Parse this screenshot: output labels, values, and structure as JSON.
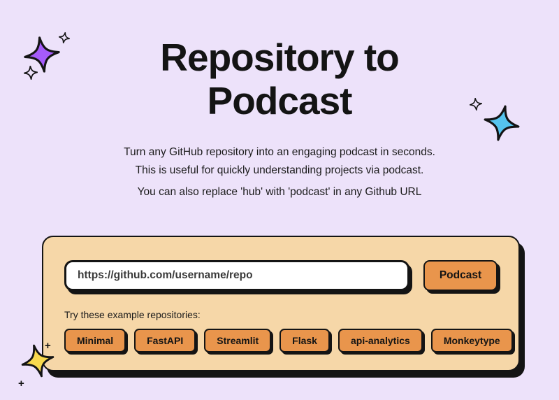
{
  "page": {
    "title_line1": "Repository to",
    "title_line2": "Podcast",
    "subtitle_line1": "Turn any GitHub repository into an engaging podcast in seconds.",
    "subtitle_line2": "This is useful for quickly understanding projects via podcast.",
    "subtitle_line3": "You can also replace 'hub' with 'podcast' in any Github URL"
  },
  "form": {
    "url_placeholder": "https://github.com/username/repo",
    "url_value": "",
    "submit_label": "Podcast",
    "examples_label": "Try these example repositories:",
    "examples": [
      "Minimal",
      "FastAPI",
      "Streamlit",
      "Flask",
      "api-analytics",
      "Monkeytype"
    ]
  },
  "decorations": {
    "plus_1": "+",
    "plus_2": "+"
  },
  "colors": {
    "background": "#ede2fa",
    "card": "#f6d7a8",
    "accent_orange": "#e9954c",
    "border_black": "#141414",
    "sparkle_purple": "#a55bfa",
    "sparkle_blue": "#55c4ee",
    "sparkle_yellow": "#f8d94d"
  }
}
